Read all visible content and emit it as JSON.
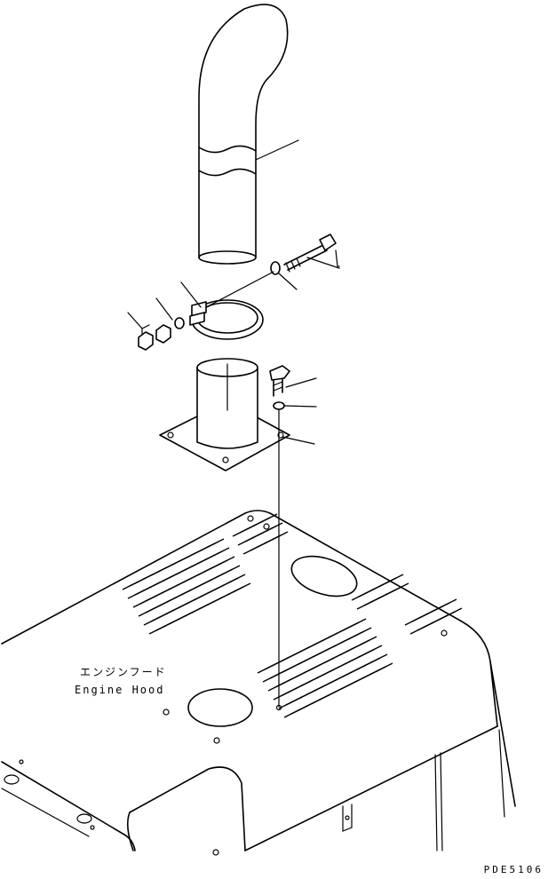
{
  "labels": {
    "hood_jp": "エンジンフード",
    "hood_en": "Engine Hood"
  },
  "reference_code": "PDE5106"
}
